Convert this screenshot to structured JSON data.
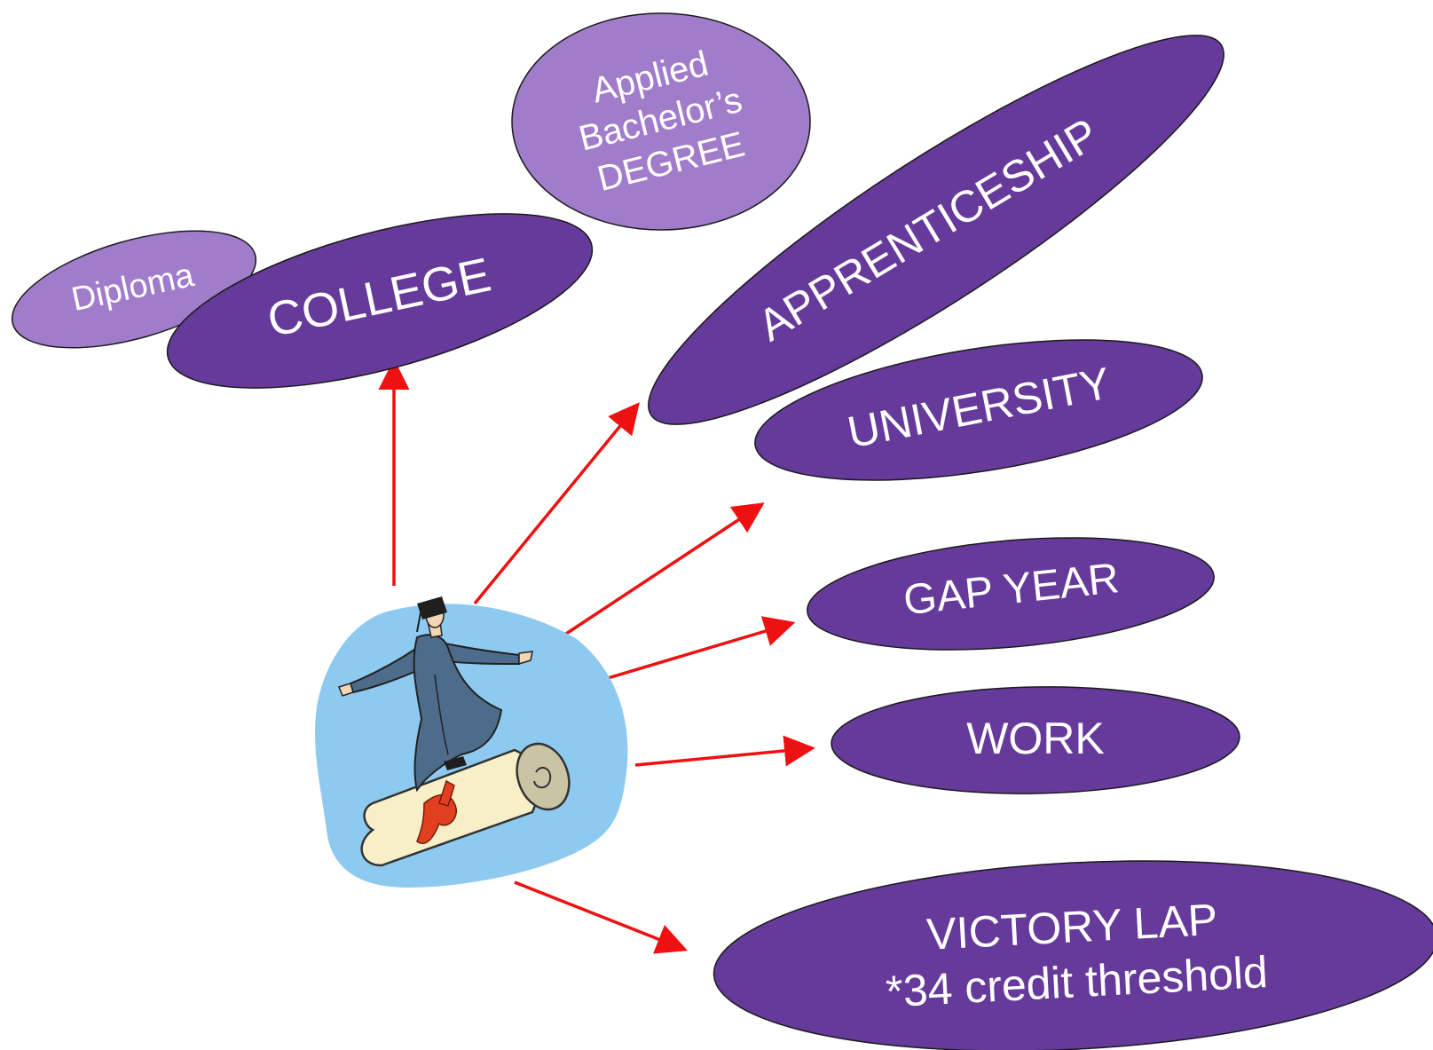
{
  "diagram": {
    "center": {
      "name": "graduate-surfing-diploma",
      "icon": "graduate-on-scroll-clipart"
    },
    "nodes": {
      "diploma": "Diploma",
      "college": "COLLEGE",
      "applied_degree": {
        "line1": "Applied",
        "line2": "Bachelor’s",
        "line3": "DEGREE"
      },
      "apprenticeship": "APPRENTICESHIP",
      "university": "UNIVERSITY",
      "gap_year": "GAP YEAR",
      "work": "WORK",
      "victory_lap": {
        "line1": "VICTORY LAP",
        "line2": "*34 credit threshold"
      }
    },
    "colors": {
      "dark_oval": "#663a9b",
      "light_oval": "#a17ccb",
      "arrow": "#ee1111",
      "blob": "#8ecaf0"
    }
  }
}
